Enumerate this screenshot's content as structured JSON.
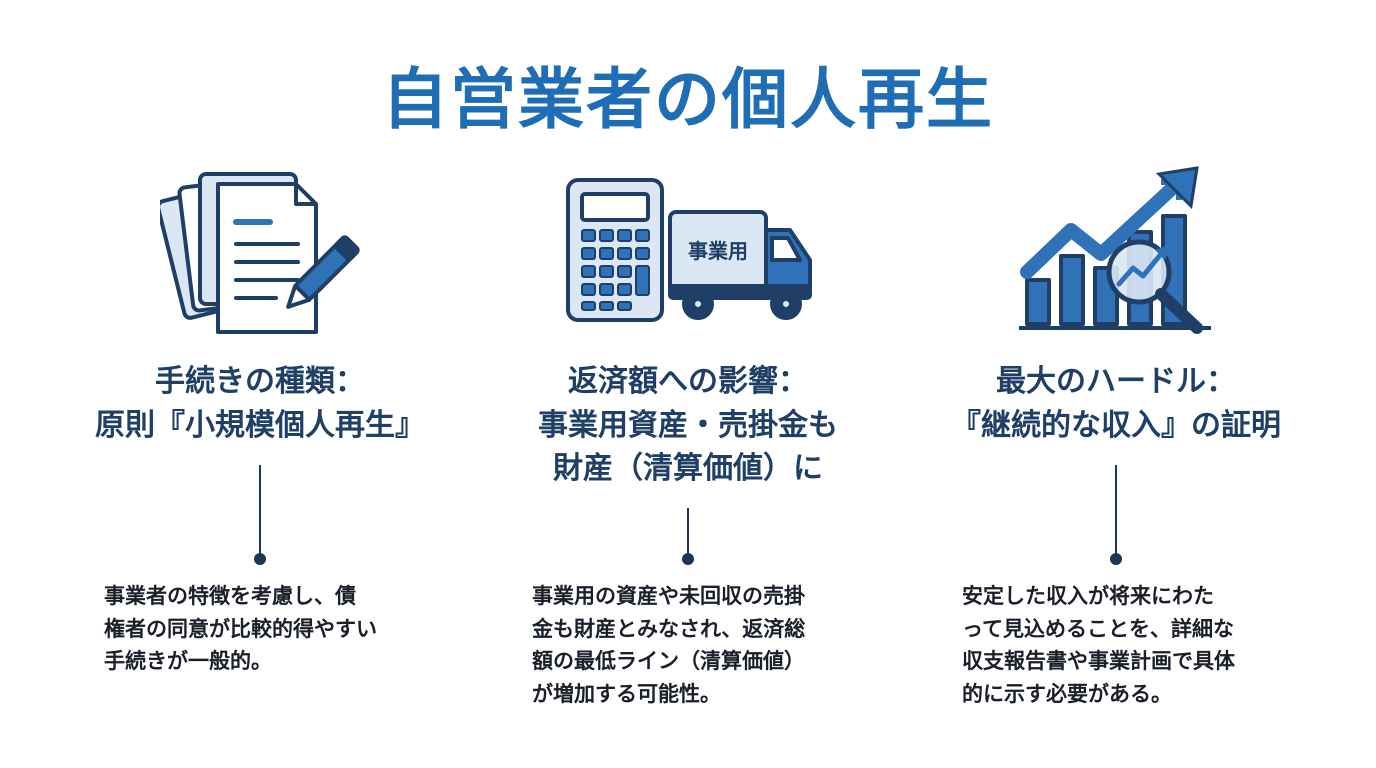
{
  "title": "自営業者の個人再生",
  "columns": [
    {
      "icon": "documents-pen-icon",
      "heading": [
        "手続きの種類：",
        "原則『小規模個人再生』"
      ],
      "body": [
        "事業者の特徴を考慮し、債",
        "権者の同意が比較的得やすい",
        "手続きが一般的。"
      ]
    },
    {
      "icon": "calculator-truck-icon",
      "icon_label": "事業用",
      "heading": [
        "返済額への影響：",
        "事業用資産・売掛金も",
        "財産（清算価値）に"
      ],
      "body": [
        "事業用の資産や未回収の売掛",
        "金も財産とみなされ、返済総",
        "額の最低ライン（清算価値）",
        "が増加する可能性。"
      ]
    },
    {
      "icon": "chart-magnifier-icon",
      "heading": [
        "最大のハードル：",
        "『継続的な収入』の証明"
      ],
      "body": [
        "安定した収入が将来にわた",
        "って見込めることを、詳細な",
        "収支報告書や事業計画で具体",
        "的に示す必要がある。"
      ]
    }
  ],
  "colors": {
    "title": "#1f6db5",
    "heading": "#1f3f66",
    "icon_dark": "#1f3f66",
    "icon_mid": "#2f72b8",
    "icon_light": "#dbe7f5",
    "connector": "#1f3552"
  }
}
